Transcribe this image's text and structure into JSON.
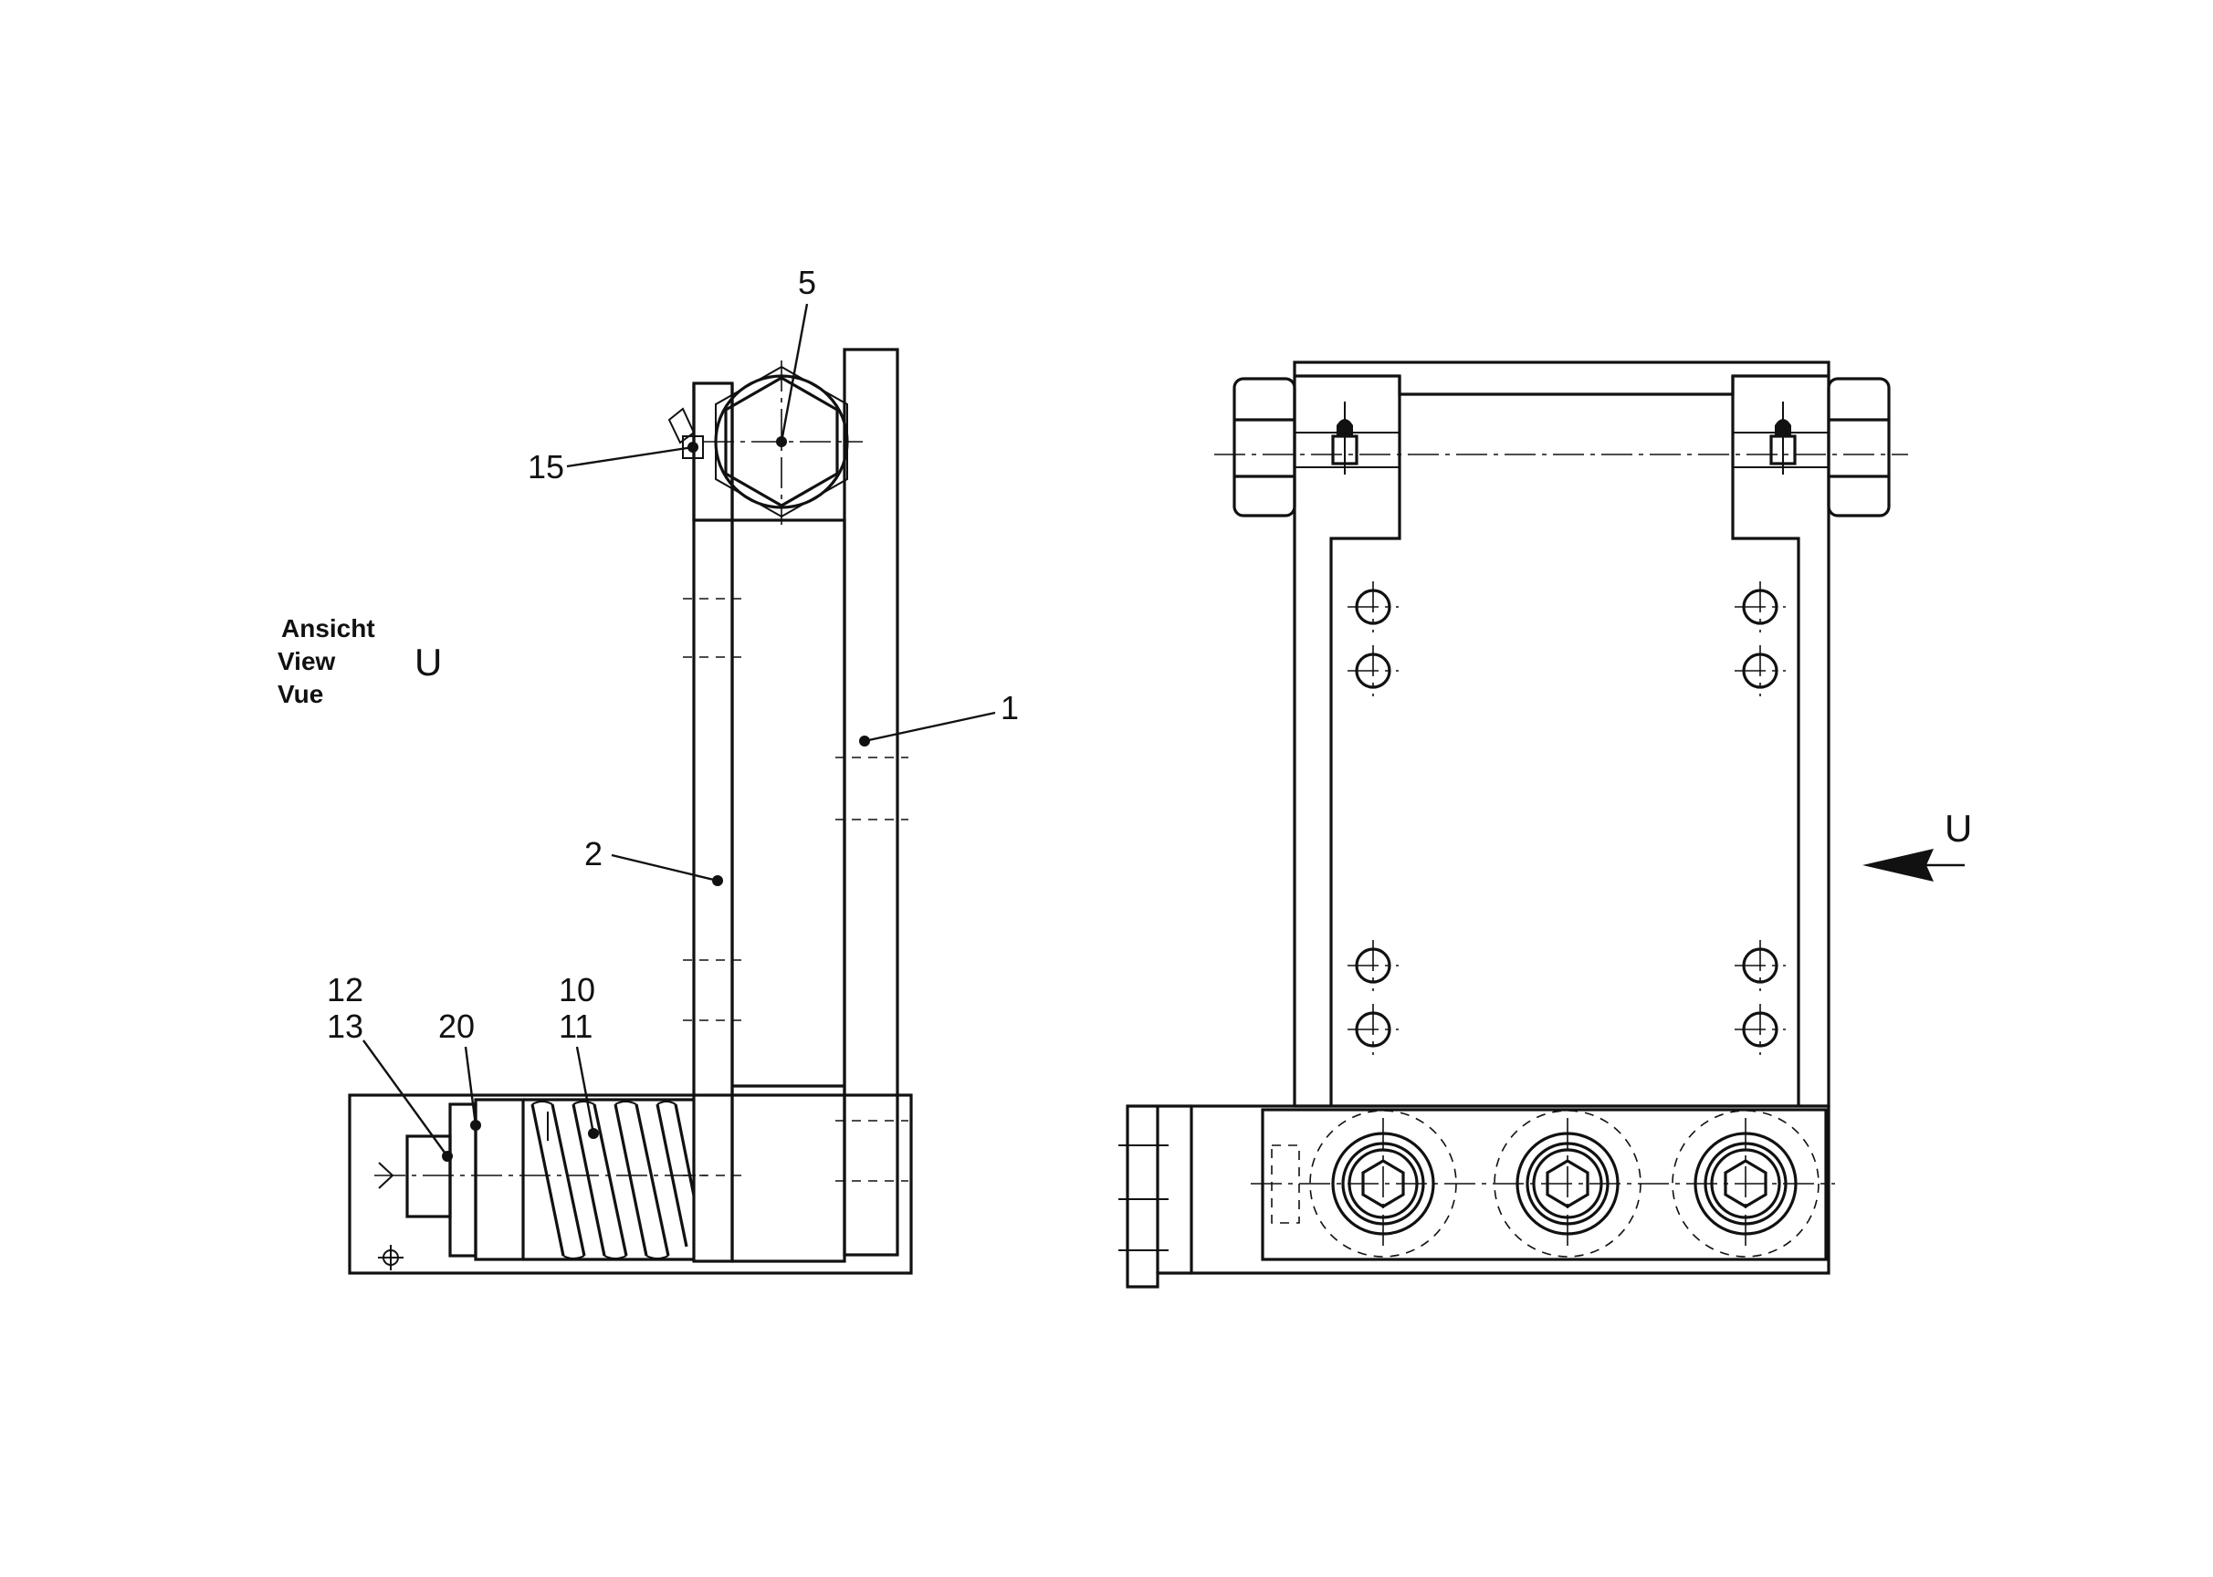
{
  "view_note": {
    "lines": [
      "Ansicht",
      "View",
      "Vue"
    ],
    "letter": "U"
  },
  "view_arrow_letter": "U",
  "callouts": [
    {
      "id": "c5",
      "text": "5"
    },
    {
      "id": "c15",
      "text": "15"
    },
    {
      "id": "c1",
      "text": "1"
    },
    {
      "id": "c2",
      "text": "2"
    },
    {
      "id": "c12",
      "text": "12"
    },
    {
      "id": "c13",
      "text": "13"
    },
    {
      "id": "c20",
      "text": "20"
    },
    {
      "id": "c10",
      "text": "10"
    },
    {
      "id": "c11",
      "text": "11"
    }
  ],
  "colors": {
    "ink": "#111111",
    "paper": "#ffffff"
  }
}
